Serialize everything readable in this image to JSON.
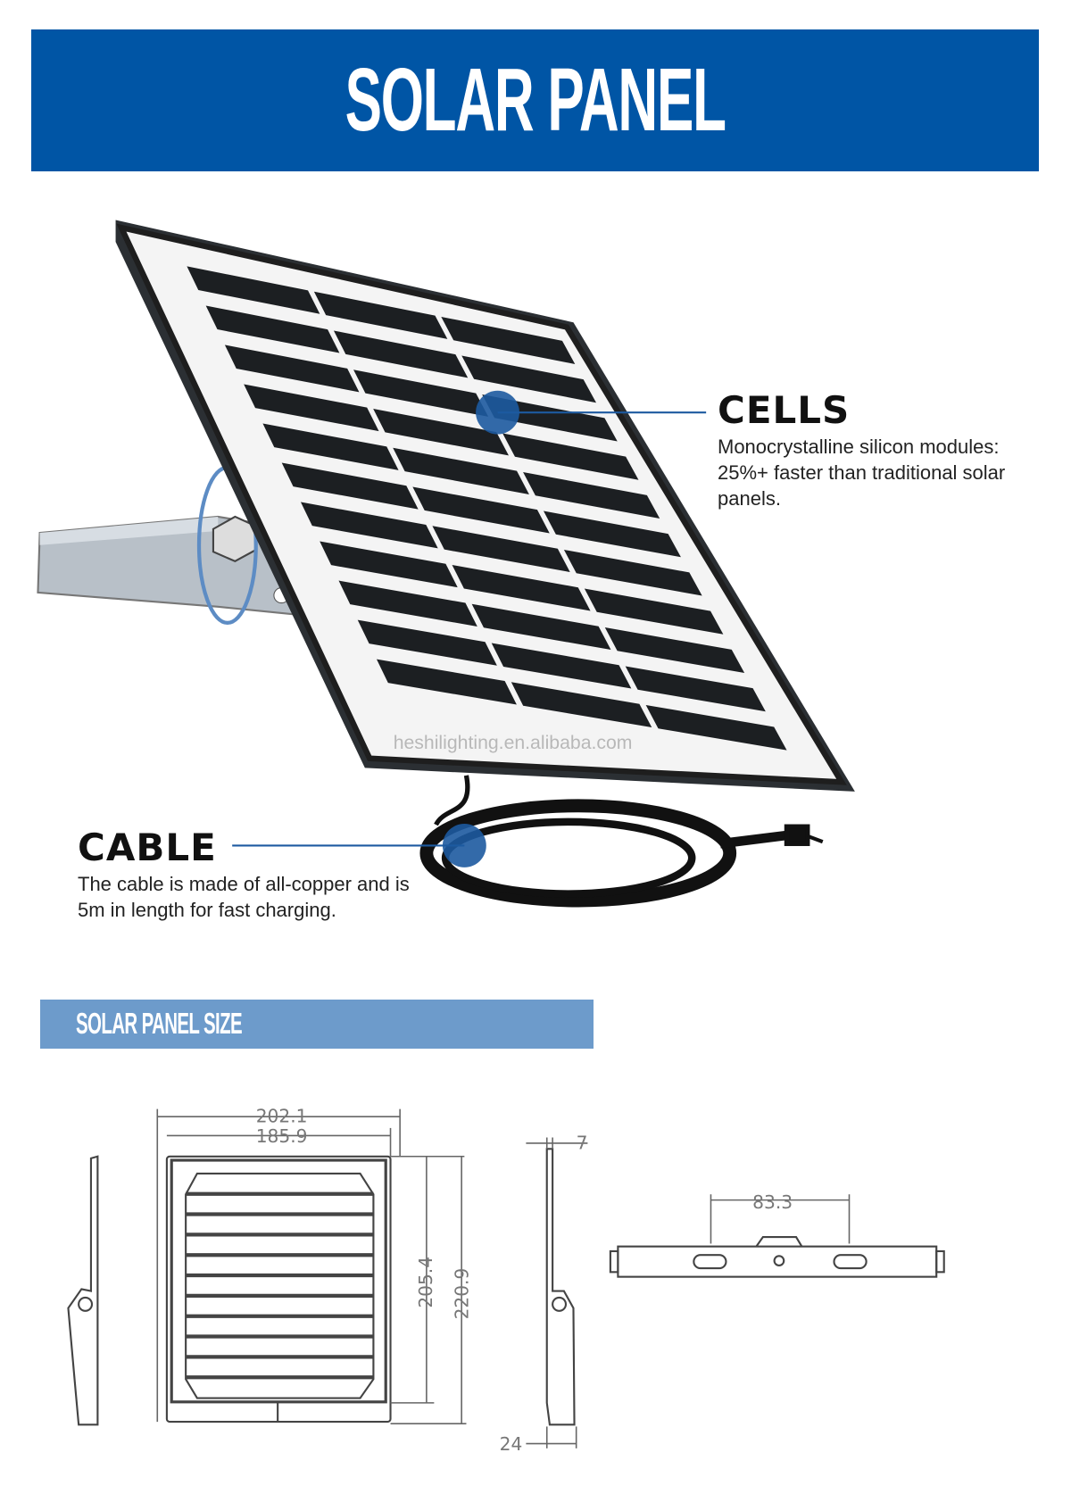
{
  "header": {
    "title": "SOLAR PANEL"
  },
  "cells": {
    "title": "CELLS",
    "description": "Monocrystalline silicon modules: 25%+ faster than traditional solar panels."
  },
  "cable": {
    "title": "CABLE",
    "description": "The cable is made of all-copper and is 5m in length for fast charging."
  },
  "watermark": "heshilighting.en.alibaba.com",
  "size_section": {
    "title": "SOLAR PANEL SIZE",
    "dimensions": {
      "outer_width": "202.1",
      "inner_width": "185.9",
      "inner_height": "205.4",
      "outer_height": "220.9",
      "thickness": "7",
      "bracket_depth": "24",
      "hole_spacing": "83.3"
    }
  },
  "colors": {
    "banner": "#0055a5",
    "size_bar": "#6d9bcb",
    "callout_dot": "#1d5aa0"
  }
}
